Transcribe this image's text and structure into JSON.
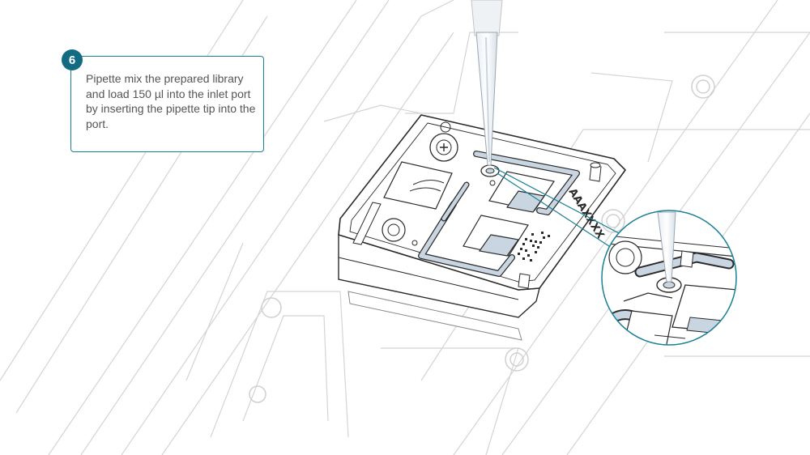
{
  "step": {
    "number": "6",
    "instruction": "Pipette mix the prepared library and load 150 µl into the inlet port by inserting the pipette tip into the port."
  },
  "device": {
    "chip_label": "AAAXXXX"
  },
  "colors": {
    "accent": "#1b7f95",
    "badge": "#136b82",
    "channel_fill": "#c9d6e2",
    "line": "#2b2b2b",
    "faint_line": "#d2d2d2"
  }
}
